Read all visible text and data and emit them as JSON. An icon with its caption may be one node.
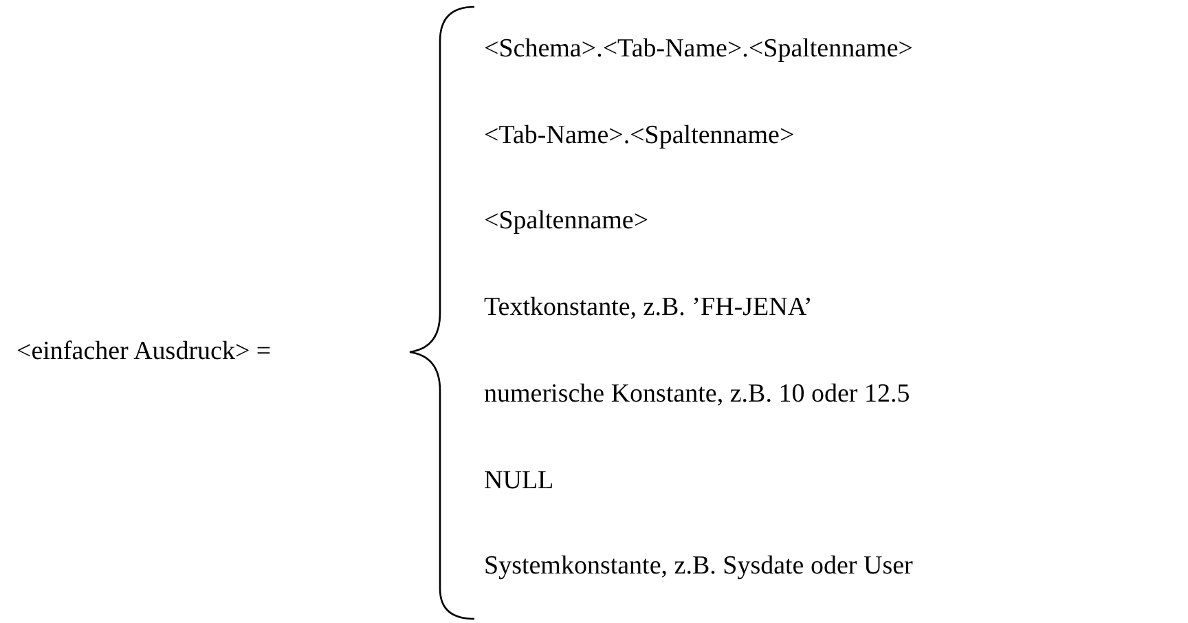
{
  "diagram": {
    "labels": [
      "<einfacher Ausdruck> =",
      "<Schema>.<Tab-Name>.<Spaltenname>",
      "<Tab-Name>.<Spaltenname>",
      "<Spaltenname>",
      "Textkonstante, z.B. ’FH-JENA’",
      "numerische Konstante, z.B. 10 oder 12.5",
      "NULL",
      "Systemkonstante, z.B. Sysdate oder User"
    ]
  }
}
